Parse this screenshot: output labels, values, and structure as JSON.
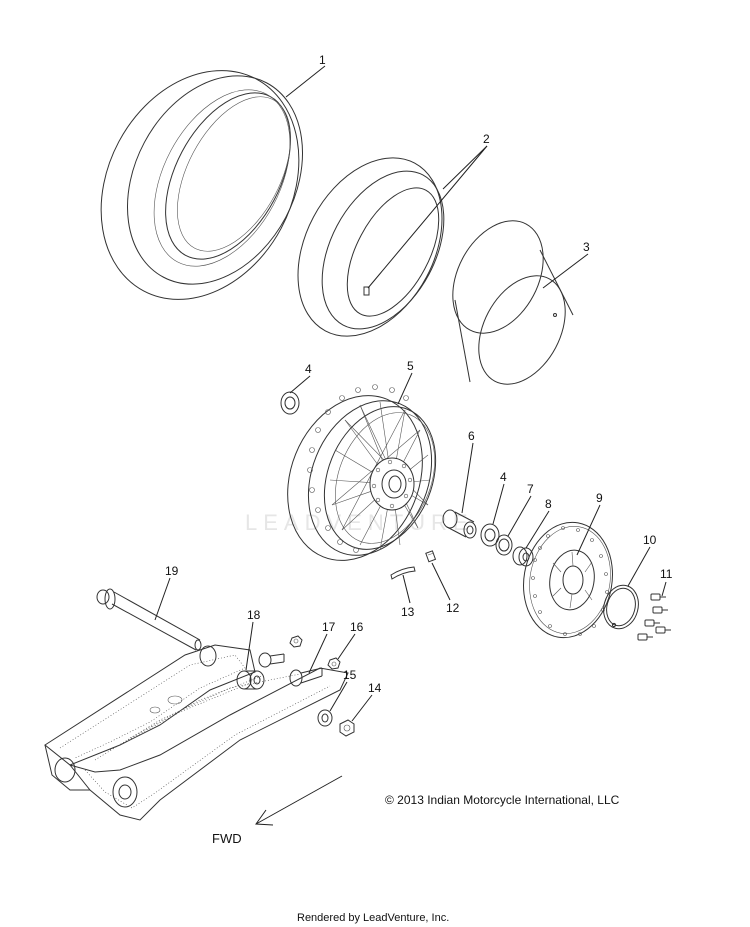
{
  "callouts": [
    "1",
    "2",
    "3",
    "4",
    "5",
    "6",
    "4",
    "7",
    "8",
    "9",
    "10",
    "11",
    "12",
    "13",
    "19",
    "18",
    "17",
    "16",
    "15",
    "14"
  ],
  "copyright": "© 2013 Indian Motorcycle International, LLC",
  "direction_label": "FWD",
  "footer": "Rendered by LeadVenture, Inc.",
  "watermark": "LEADVENTURE"
}
